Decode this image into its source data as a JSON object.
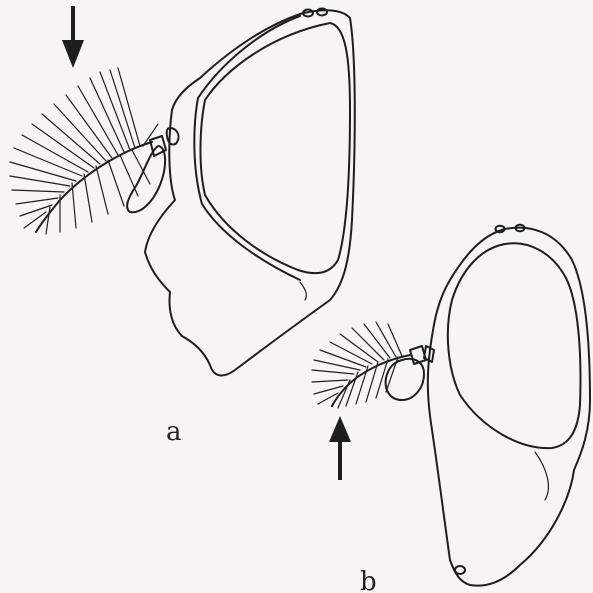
{
  "figure": {
    "panels": [
      {
        "id": "a",
        "label": "a",
        "arrow_direction": "down"
      },
      {
        "id": "b",
        "label": "b",
        "arrow_direction": "up"
      }
    ],
    "colors": {
      "paper": "#f6f5f1",
      "ink": "#1e1e1e"
    }
  }
}
